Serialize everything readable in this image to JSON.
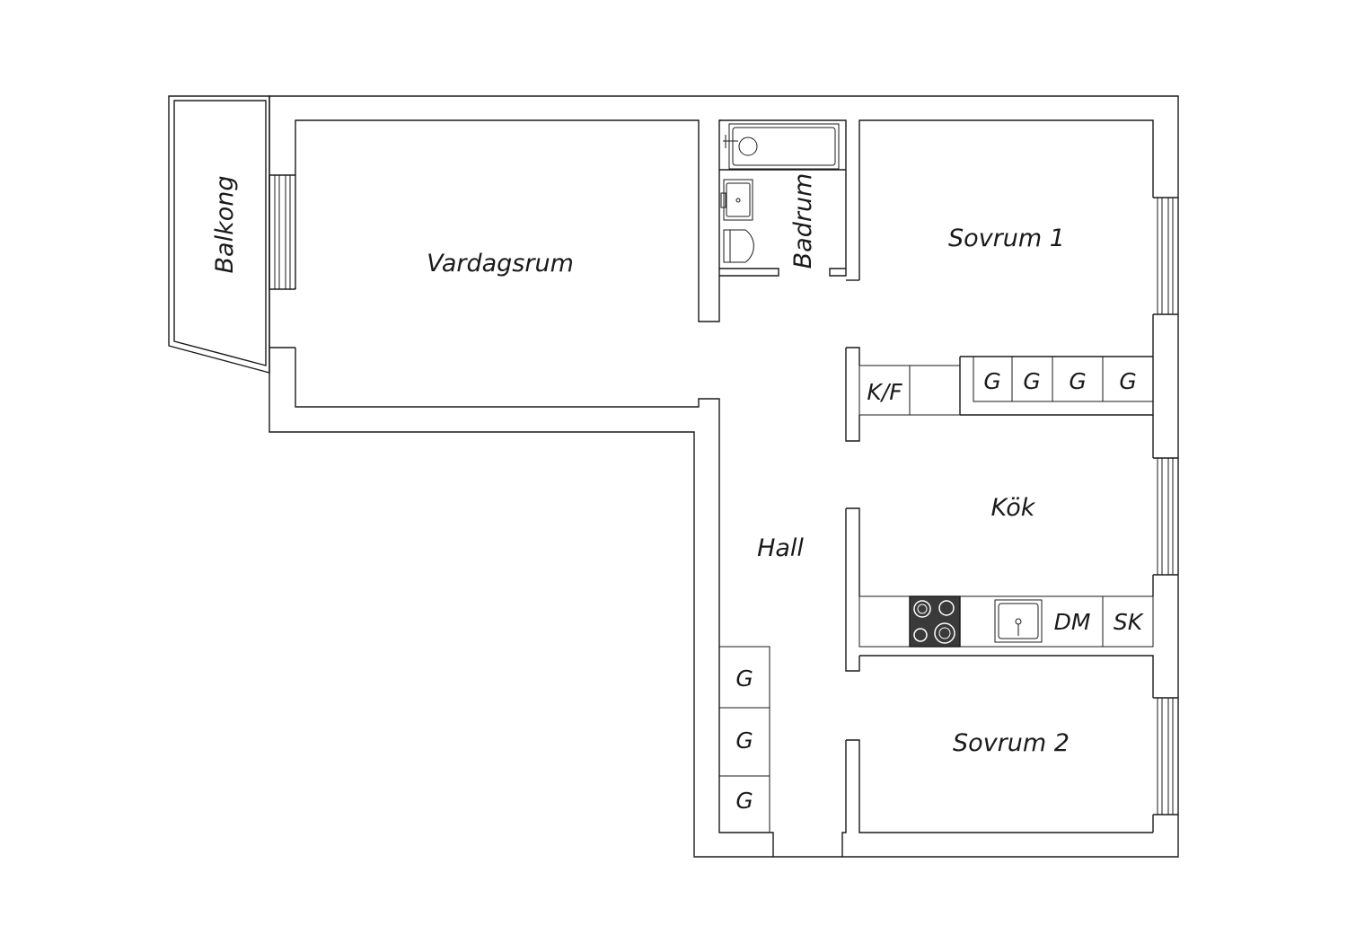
{
  "rooms": {
    "balkong": "Balkong",
    "vardagsrum": "Vardagsrum",
    "badrum": "Badrum",
    "sovrum1": "Sovrum 1",
    "hall": "Hall",
    "kok": "Kök",
    "sovrum2": "Sovrum 2"
  },
  "fixtures": {
    "fridge_freezer": "K/F",
    "dishwasher": "DM",
    "cabinet_sk": "SK",
    "wardrobe": "G"
  },
  "colors": {
    "line": "#1a1a1a",
    "background": "#ffffff",
    "stove": "#3a3a3a"
  }
}
